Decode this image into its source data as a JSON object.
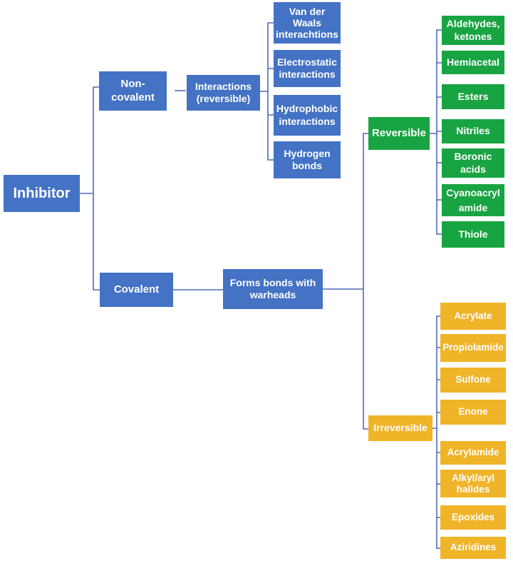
{
  "colors": {
    "node_blue": "#4472c4",
    "node_green": "#18a442",
    "node_orange": "#f0b429",
    "connector": "#4f6cb8",
    "text": "#ffffff",
    "background": "#ffffff"
  },
  "tree": {
    "root": {
      "label": "Inhibitor"
    },
    "non_covalent": {
      "line1": "Non-",
      "line2": "covalent"
    },
    "interactions": {
      "line1": "Interactions",
      "line2": "(reversible)"
    },
    "interaction_types": [
      "Van der Waals interachtions",
      "Electrostatic interactions",
      "Hydrophobic interactions",
      "Hydrogen bonds"
    ],
    "covalent": {
      "label": "Covalent"
    },
    "warheads": {
      "label": "Forms bonds with warheads"
    },
    "reversible": {
      "label": "Reversible",
      "items": [
        "Aldehydes, ketones",
        "Hemiacetal",
        "Esters",
        "Nitriles",
        "Boronic acids",
        "Cyanoacryl amide",
        "Thiole"
      ]
    },
    "irreversible": {
      "label": "Irreversible",
      "items": [
        "Acrylate",
        "Propiolamide",
        "Sulfone",
        "Enone",
        "Acrylamide",
        "Alkyl/aryl halides",
        "Epoxides",
        "Aziridines"
      ]
    }
  }
}
